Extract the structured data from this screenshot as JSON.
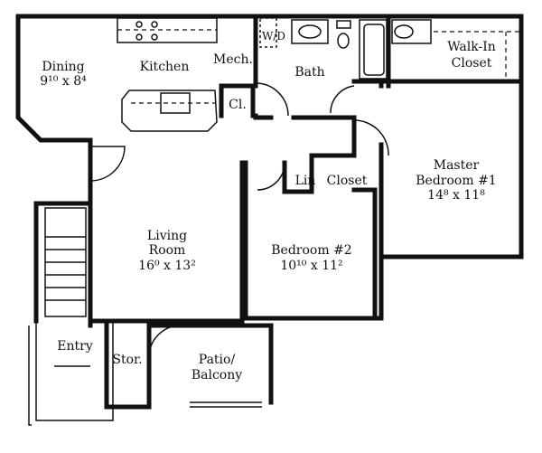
{
  "rooms": {
    "dining": {
      "name": "Dining",
      "dims": "9¹⁰ x 8⁴"
    },
    "kitchen": {
      "name": "Kitchen"
    },
    "mech": {
      "name": "Mech."
    },
    "closet_small": {
      "name": "Cl."
    },
    "washer_dryer": {
      "name": "W/D"
    },
    "bath": {
      "name": "Bath"
    },
    "walk_in": {
      "name_line1": "Walk-In",
      "name_line2": "Closet"
    },
    "master": {
      "name_line1": "Master",
      "name_line2": "Bedroom #1",
      "dims": "14⁸ x 11⁸"
    },
    "linen": {
      "name": "Lin"
    },
    "closet": {
      "name": "Closet"
    },
    "living": {
      "name_line1": "Living",
      "name_line2": "Room",
      "dims": "16⁰ x 13²"
    },
    "bedroom2": {
      "name": "Bedroom #2",
      "dims": "10¹⁰ x 11²"
    },
    "entry": {
      "name": "Entry"
    },
    "storage": {
      "name": "Stor."
    },
    "patio": {
      "name_line1": "Patio/",
      "name_line2": "Balcony"
    }
  }
}
